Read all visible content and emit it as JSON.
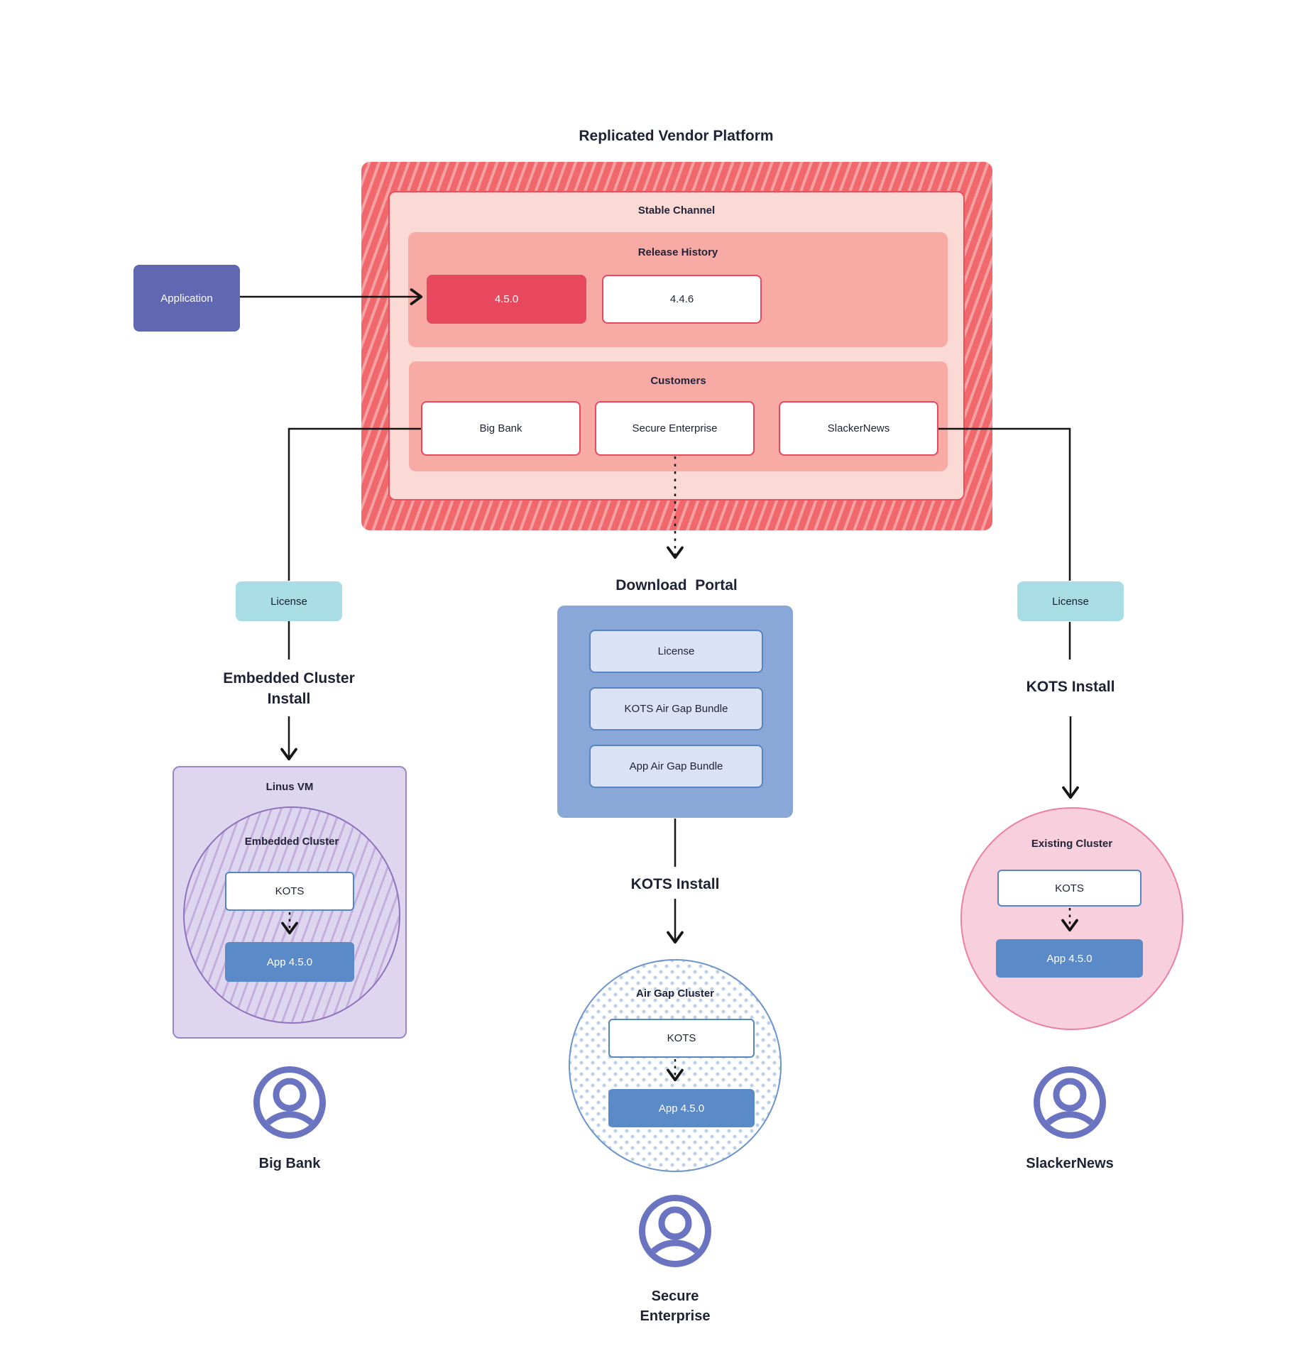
{
  "title": "Replicated Vendor Platform",
  "application": {
    "label": "Application"
  },
  "stable_channel": {
    "label": "Stable Channel",
    "release_history": {
      "label": "Release History",
      "current": "4.5.0",
      "previous": "4.4.6"
    },
    "customers": {
      "label": "Customers",
      "big_bank": "Big Bank",
      "secure_enterprise": "Secure Enterprise",
      "slackernews": "SlackerNews"
    }
  },
  "flows": {
    "left": {
      "license": "License",
      "install": "Embedded Cluster Install"
    },
    "center": {
      "portal_title": "Download  Portal",
      "install": "KOTS Install"
    },
    "right": {
      "license": "License",
      "install": "KOTS Install"
    }
  },
  "download_portal": {
    "items": [
      "License",
      "KOTS Air Gap Bundle",
      "App Air Gap Bundle"
    ]
  },
  "linus_vm": {
    "label": "Linus VM",
    "embedded_cluster": {
      "label": "Embedded Cluster",
      "kots": "KOTS",
      "app": "App 4.5.0"
    }
  },
  "air_gap_cluster": {
    "label": "Air Gap Cluster",
    "kots": "KOTS",
    "app": "App 4.5.0"
  },
  "existing_cluster": {
    "label": "Existing Cluster",
    "kots": "KOTS",
    "app": "App 4.5.0"
  },
  "personas": {
    "big_bank": "Big Bank",
    "secure_enterprise": "Secure Enterprise",
    "slackernews": "SlackerNews"
  },
  "icons": {
    "persona": "person-circle-icon"
  },
  "colors": {
    "hatch_red_base": "#f0686c",
    "hatch_red_stripe": "#f5a1a3",
    "stable_bg": "#fbdad6",
    "section_bg": "#f8aba4",
    "red_accent": "#e8485e",
    "indigo": "#6267b2",
    "cyan_license": "#a9dde6",
    "portal_blue": "#8aa8d7",
    "portal_item_bg": "#dce2f5",
    "blue_border": "#5585c2",
    "app_blue": "#5b8ac9",
    "purple_bg": "#ded5ee",
    "purple_border": "#9d85ca",
    "purple_hatch": "#c3aede",
    "pink_circle_bg": "#f8cfdc",
    "pink_circle_border": "#ec7fa4",
    "airgap_dot": "#b9cfec",
    "person_icon": "#6b74c0",
    "line": "#151515"
  }
}
